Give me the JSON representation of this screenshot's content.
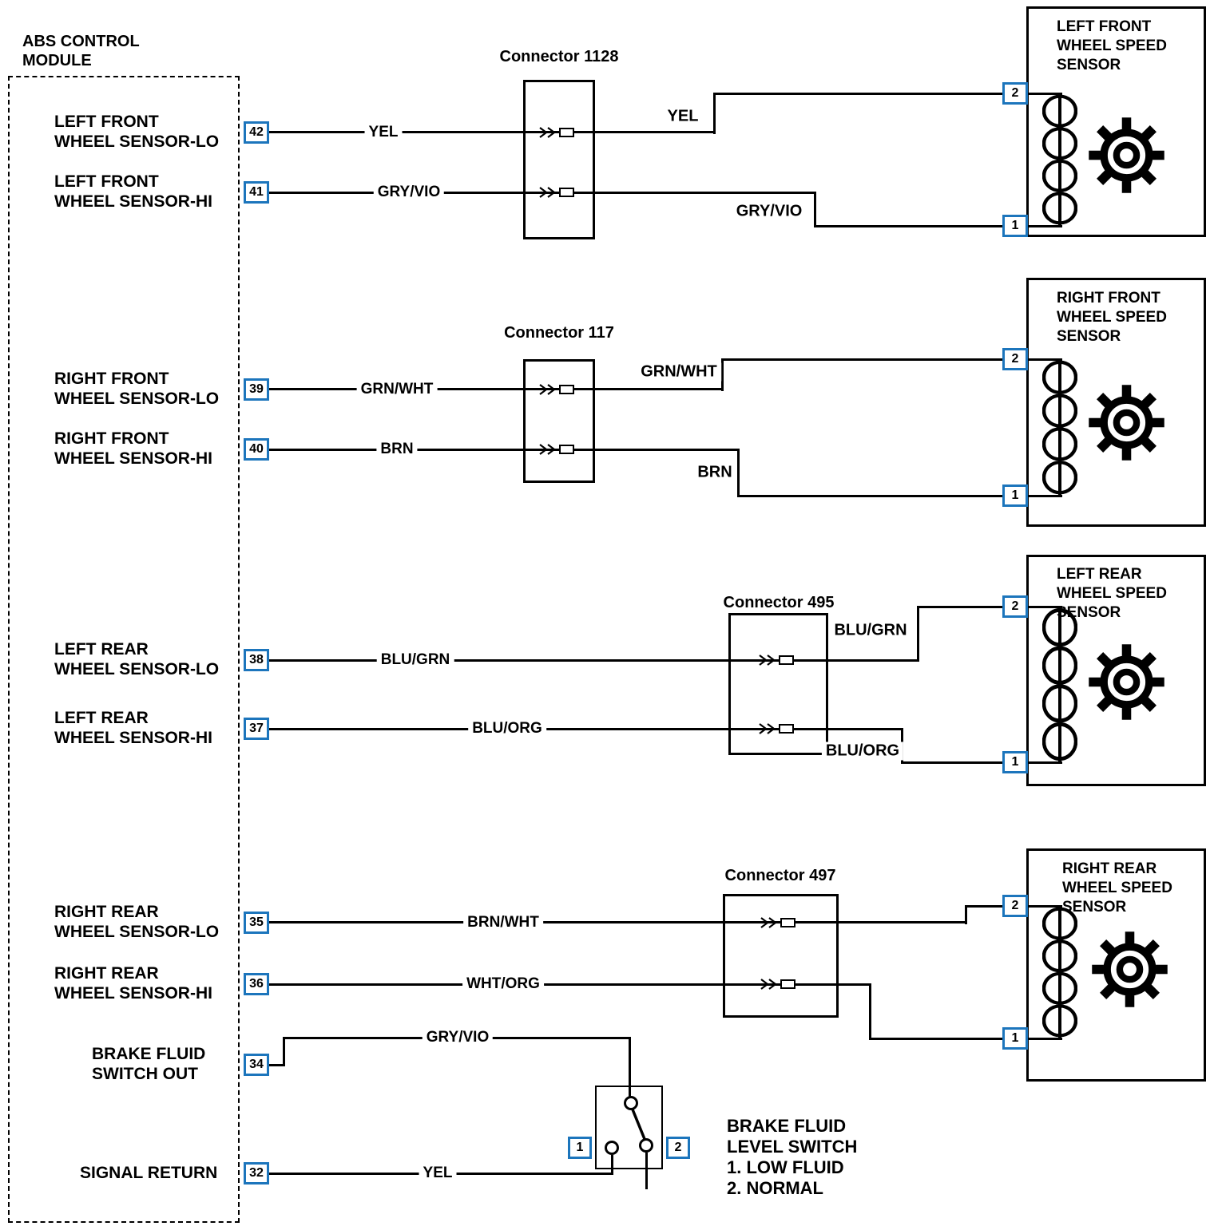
{
  "colors": {
    "accent_pin_border": "#1c75bc",
    "wire": "#000000",
    "background": "#ffffff"
  },
  "module": {
    "title": "ABS CONTROL\nMODULE",
    "pins": [
      {
        "pin": "42",
        "label": "LEFT FRONT\nWHEEL SENSOR-LO"
      },
      {
        "pin": "41",
        "label": "LEFT FRONT\nWHEEL SENSOR-HI"
      },
      {
        "pin": "39",
        "label": "RIGHT FRONT\nWHEEL SENSOR-LO"
      },
      {
        "pin": "40",
        "label": "RIGHT FRONT\nWHEEL SENSOR-HI"
      },
      {
        "pin": "38",
        "label": "LEFT REAR\nWHEEL SENSOR-LO"
      },
      {
        "pin": "37",
        "label": "LEFT REAR\nWHEEL SENSOR-HI"
      },
      {
        "pin": "35",
        "label": "RIGHT REAR\nWHEEL SENSOR-LO"
      },
      {
        "pin": "36",
        "label": "RIGHT REAR\nWHEEL SENSOR-HI"
      },
      {
        "pin": "34",
        "label": "BRAKE FLUID\nSWITCH OUT"
      },
      {
        "pin": "32",
        "label": "SIGNAL RETURN"
      }
    ]
  },
  "connectors": [
    {
      "label": "Connector 1128"
    },
    {
      "label": "Connector 117"
    },
    {
      "label": "Connector 495"
    },
    {
      "label": "Connector 497"
    }
  ],
  "sensors": [
    {
      "title": "LEFT FRONT\nWHEEL SPEED\nSENSOR",
      "pin_top": "2",
      "pin_bottom": "1"
    },
    {
      "title": "RIGHT FRONT\nWHEEL SPEED\nSENSOR",
      "pin_top": "2",
      "pin_bottom": "1"
    },
    {
      "title": "LEFT REAR\nWHEEL SPEED\nSENSOR",
      "pin_top": "2",
      "pin_bottom": "1"
    },
    {
      "title": "RIGHT REAR\nWHEEL SPEED\nSENSOR",
      "pin_top": "2",
      "pin_bottom": "1"
    }
  ],
  "wires": {
    "lf_lo_in": "YEL",
    "lf_lo_out": "YEL",
    "lf_hi_in": "GRY/VIO",
    "lf_hi_out": "GRY/VIO",
    "rf_lo_in": "GRN/WHT",
    "rf_lo_out": "GRN/WHT",
    "rf_hi_in": "BRN",
    "rf_hi_out": "BRN",
    "lr_lo_in": "BLU/GRN",
    "lr_lo_out": "BLU/GRN",
    "lr_hi_in": "BLU/ORG",
    "lr_hi_out": "BLU/ORG",
    "rr_lo_in": "BRN/WHT",
    "rr_hi_in": "WHT/ORG",
    "bf_out": "GRY/VIO",
    "sig_return": "YEL"
  },
  "switch": {
    "pin_left": "1",
    "pin_right": "2",
    "legend": "BRAKE FLUID\nLEVEL SWITCH\n1. LOW FLUID\n2. NORMAL"
  }
}
